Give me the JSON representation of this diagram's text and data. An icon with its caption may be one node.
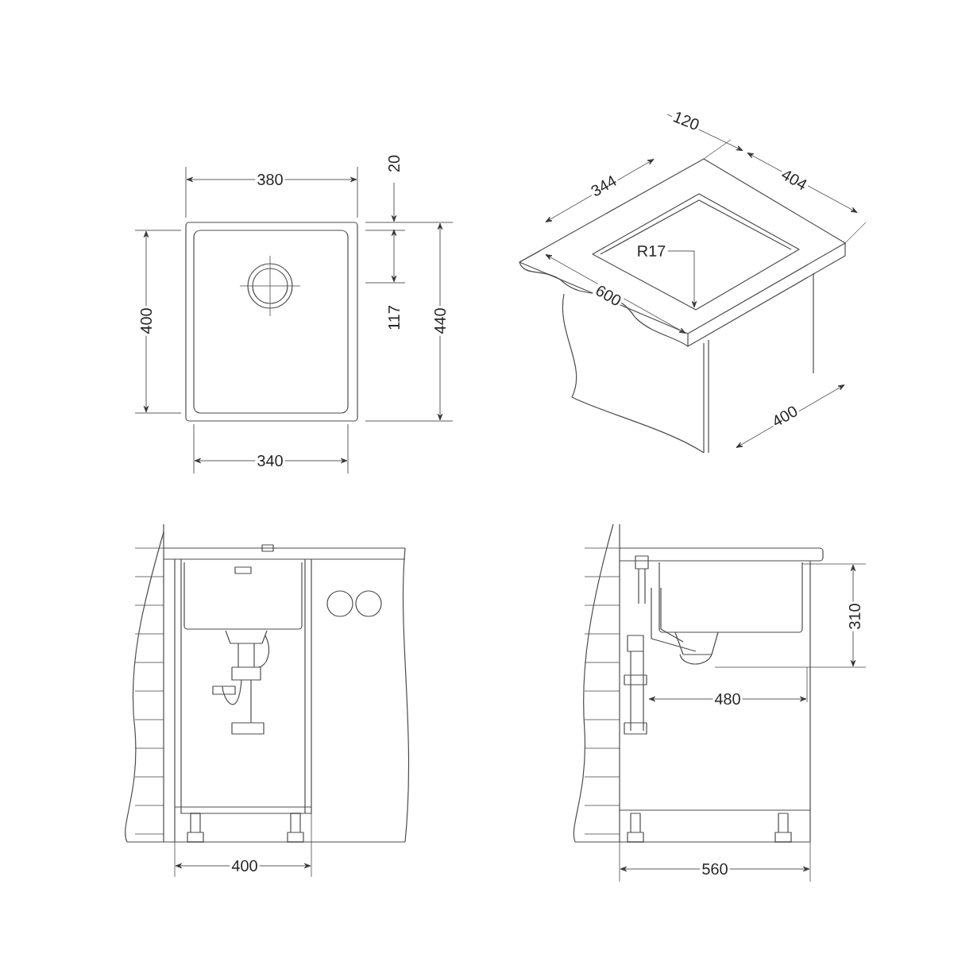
{
  "diagram": {
    "nodes": [
      {
        "text": [
          "R17"
        ],
        "in": 1
      },
      {
        "text": [],
        "shape": "diamond"
      }
    ],
    "edges": [
      {
        "from": 0,
        "to": 1,
        "arrow": "to"
      }
    ],
    "labels": [
      "380",
      "20",
      "120",
      "344",
      "404",
      "400",
      "117",
      "440",
      "600",
      "400",
      "340",
      "310",
      "480",
      "400",
      "560"
    ]
  }
}
